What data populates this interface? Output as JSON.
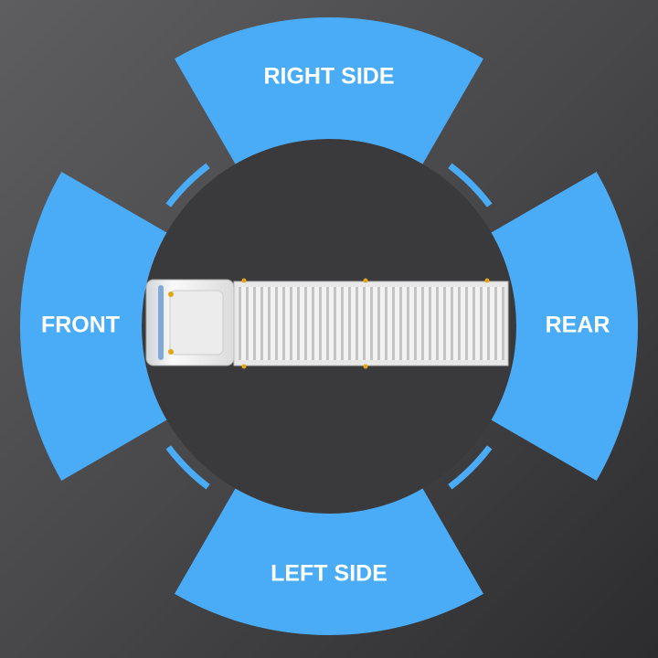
{
  "colors": {
    "accent": "#4aacf6",
    "circle": "#3a3a3c"
  },
  "zones": [
    {
      "id": "right-side",
      "label": "RIGHT SIDE"
    },
    {
      "id": "rear",
      "label": "REAR"
    },
    {
      "id": "left-side",
      "label": "LEFT SIDE"
    },
    {
      "id": "front",
      "label": "FRONT"
    }
  ],
  "icons": {
    "vehicle": "truck-top-view-icon"
  }
}
